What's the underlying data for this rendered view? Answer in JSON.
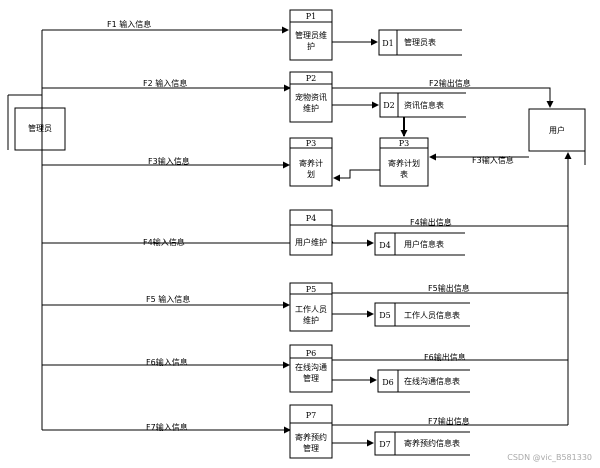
{
  "entities": {
    "admin": "管理员",
    "user": "用户"
  },
  "processes": [
    {
      "id": "P1",
      "name_lines": [
        "管理员维",
        "护"
      ]
    },
    {
      "id": "P2",
      "name_lines": [
        "宠物资讯",
        "维护"
      ]
    },
    {
      "id": "P3",
      "name_lines": [
        "寄养计",
        "划"
      ]
    },
    {
      "id": "P3",
      "name_lines": [
        "寄养计划",
        "表"
      ]
    },
    {
      "id": "P4",
      "name_lines": [
        "用户维护"
      ]
    },
    {
      "id": "P5",
      "name_lines": [
        "工作人员",
        "维护"
      ]
    },
    {
      "id": "P6",
      "name_lines": [
        "在线沟通",
        "管理"
      ]
    },
    {
      "id": "P7",
      "name_lines": [
        "寄养预约",
        "管理"
      ]
    }
  ],
  "stores": [
    {
      "id": "D1",
      "name": "管理员表"
    },
    {
      "id": "D2",
      "name": "资讯信息表"
    },
    {
      "id": "D4",
      "name": "用户信息表"
    },
    {
      "id": "D5",
      "name": "工作人员信息表"
    },
    {
      "id": "D6",
      "name": "在线沟通信息表"
    },
    {
      "id": "D7",
      "name": "寄养预约信息表"
    }
  ],
  "flows": {
    "input": [
      "F1 输入信息",
      "F2 输入信息",
      "F3输入信息",
      "F4输入信息",
      "F5 输入信息",
      "F6输入信息",
      "F7输入信息"
    ],
    "output": [
      "F2输出信息",
      "F4输出信息",
      "F5输出信息",
      "F6输出信息",
      "F7输出信息"
    ],
    "user_input": "F3输入信息"
  },
  "watermark": "CSDN @vic_B581330"
}
